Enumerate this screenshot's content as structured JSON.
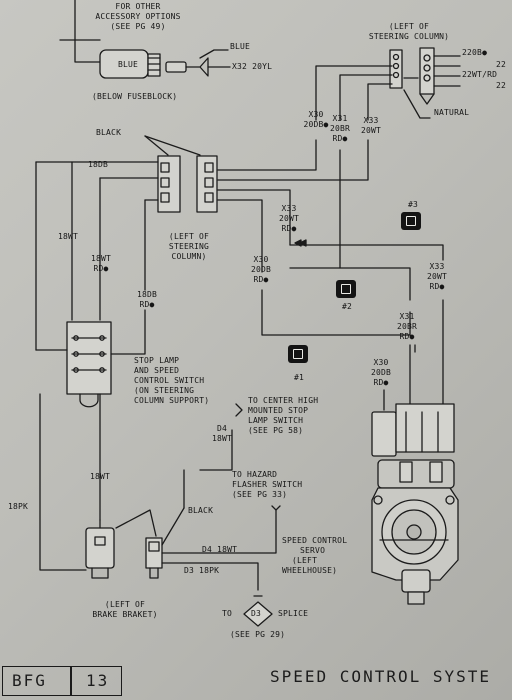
{
  "accessory": {
    "note": [
      "FOR OTHER",
      "ACCESSORY OPTIONS",
      "(SEE PG 49)"
    ],
    "blue_inline": "BLUE",
    "blue_wire": "BLUE",
    "x32": "X32 20YL",
    "below_fuseblock": "(BELOW FUSEBLOCK)"
  },
  "steering_column_top": {
    "label": [
      "(LEFT OF",
      "STEERING COLUMN)"
    ],
    "wires": [
      "220B●",
      "22",
      "22WT/RD",
      "22"
    ],
    "natural": "NATURAL"
  },
  "circuits": {
    "x30_top": [
      "X30",
      "20DB●"
    ],
    "x31_top": [
      "X31",
      "20BR",
      "RD●"
    ],
    "x33_top": [
      "X33",
      "20WT"
    ],
    "x33_mid": [
      "X33",
      "20WT",
      "RD●"
    ],
    "x30_mid": [
      "X30",
      "20DB",
      "RD●"
    ],
    "x33_right": [
      "X33",
      "20WT",
      "RD●"
    ],
    "x31_right": [
      "X31",
      "20BR",
      "RD●"
    ],
    "x30_right": [
      "X30",
      "20DB",
      "RD●"
    ]
  },
  "left_wires": {
    "black": "BLACK",
    "w18db": "18DB",
    "w18wt_a": "18WT",
    "w18wt_b": [
      "18WT",
      "RD●"
    ],
    "w18db_b": [
      "18DB",
      "RD●"
    ],
    "steering_mid": [
      "(LEFT OF",
      "STEERING",
      "COLUMN)"
    ]
  },
  "markers": [
    "#3",
    "#2",
    "#1"
  ],
  "stop_lamp": [
    "STOP LAMP",
    "AND SPEED",
    "CONTROL SWITCH",
    "(ON STEERING",
    "COLUMN SUPPORT)"
  ],
  "center_stop": {
    "text": [
      "TO CENTER HIGH",
      "MOUNTED STOP",
      "LAMP SWITCH",
      "(SEE PG 58)"
    ],
    "d4": [
      "D4",
      "18WT"
    ]
  },
  "hazard": [
    "TO HAZARD",
    "FLASHER SWITCH",
    "(SEE PG 33)"
  ],
  "lower": {
    "w18wt": "18WT",
    "w18pk": "18PK",
    "black": "BLACK",
    "d4_line": "D4  18WT",
    "d3_line": "D3  18PK",
    "servo": [
      "SPEED CONTROL",
      "SERVO",
      "(LEFT",
      "WHEELHOUSE)"
    ],
    "brake": [
      "(LEFT OF",
      "BRAKE BRAKET)"
    ],
    "to": "TO",
    "d3_badge": "D3",
    "splice": "SPLICE",
    "see29": "(SEE PG 29)"
  },
  "footer": {
    "code": "BFG",
    "page": "13",
    "section": "SPEED CONTROL SYSTE"
  }
}
